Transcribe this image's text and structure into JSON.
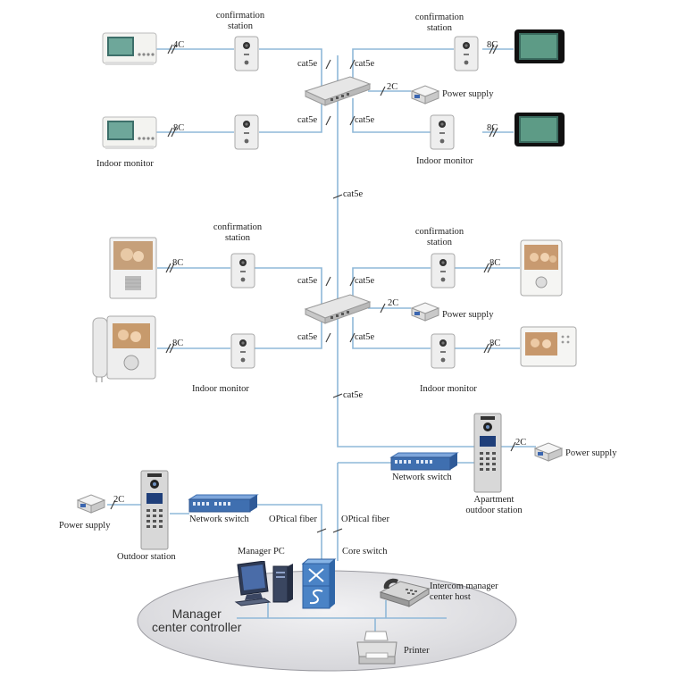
{
  "top_block": {
    "conf_left": "confirmation\nstation",
    "conf_right": "confirmation\nstation",
    "cable_4c": "4C",
    "cable_8c_tr": "8C",
    "cable_8c_ml": "8C",
    "cable_8c_mr": "8C",
    "cat_tl": "cat5e",
    "cat_tr": "cat5e",
    "cat_ml": "cat5e",
    "cat_mr": "cat5e",
    "cable_2c": "2C",
    "power": "Power supply",
    "indoor_left": "Indoor monitor",
    "indoor_right": "Indoor monitor",
    "trunk": "cat5e"
  },
  "mid_block": {
    "conf_left": "confirmation\nstation",
    "conf_right": "confirmation\nstation",
    "cable_8c_tl": "8C",
    "cable_8c_tr": "8C",
    "cable_8c_bl": "8C",
    "cable_8c_br": "8C",
    "cat_tl": "cat5e",
    "cat_tr": "cat5e",
    "cat_bl": "cat5e",
    "cat_br": "cat5e",
    "cable_2c": "2C",
    "power": "Power supply",
    "indoor_left": "Indoor monitor",
    "indoor_right": "Indoor monitor",
    "trunk": "cat5e"
  },
  "lower": {
    "cable_2c_right": "2C",
    "power_right": "Power supply",
    "network_switch_right": "Network switch",
    "apartment_station": "Apartment\noutdoor station",
    "cable_2c_left": "2C",
    "power_left": "Power supply",
    "network_switch_left": "Network switch",
    "outdoor_station": "Outdoor station",
    "fiber_left": "OPtical fiber",
    "fiber_right": "OPtical fiber",
    "core_switch": "Core switch",
    "manager_pc": "Manager PC",
    "intercom_host": "Intercom manager\ncenter host",
    "printer": "Printer",
    "manager_controller": "Manager\ncenter controller"
  },
  "colors": {
    "wire": "#8fb8d8",
    "ellipse": "#e6e6e8",
    "switch_blue": "#3f6fb0",
    "core_blue": "#4a83c6"
  }
}
